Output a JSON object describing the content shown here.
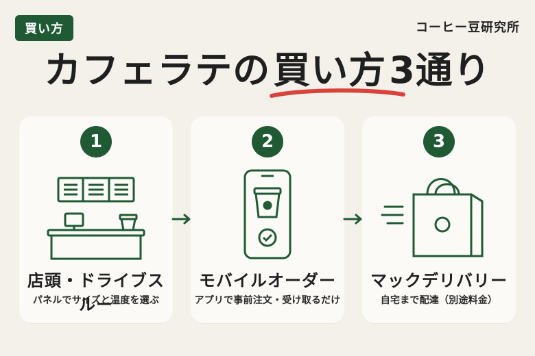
{
  "badge": {
    "label": "買い方"
  },
  "brand": {
    "name": "コーヒー豆研究所"
  },
  "title": {
    "part1": "カフェラテの",
    "highlight": "買い方",
    "part2": "3通り"
  },
  "cards": [
    {
      "num": "1",
      "title": "店頭・ドライブスルー",
      "subtitle": "パネルでサイズと温度を選ぶ",
      "icon": "counter-menu-icon"
    },
    {
      "num": "2",
      "title": "モバイルオーダー",
      "subtitle": "アプリで事前注文・受け取るだけ",
      "icon": "smartphone-cup-icon"
    },
    {
      "num": "3",
      "title": "マックデリバリー",
      "subtitle": "自宅まで配達（別途料金）",
      "icon": "delivery-bag-icon"
    }
  ],
  "colors": {
    "accent": "#1f5a35",
    "underline": "#d9433c",
    "background": "#f4f1ea"
  }
}
